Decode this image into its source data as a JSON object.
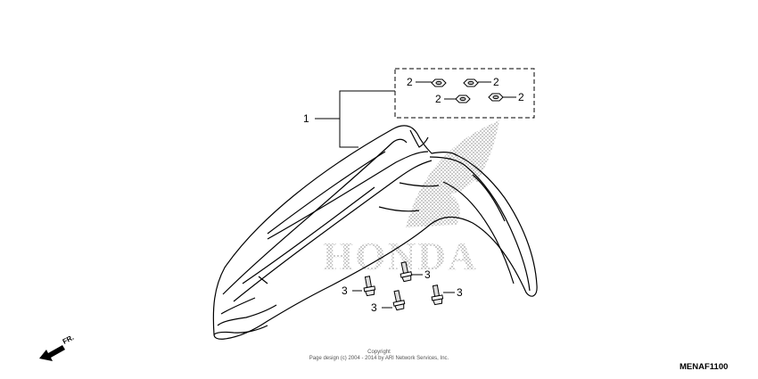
{
  "callouts": {
    "part_1": "1",
    "part_2_a": "2",
    "part_2_b": "2",
    "part_2_c": "2",
    "part_2_d": "2",
    "part_3_a": "3",
    "part_3_b": "3",
    "part_3_c": "3",
    "part_3_d": "3"
  },
  "direction": {
    "label": "FR."
  },
  "copyright": {
    "line1": "Copyright",
    "line2": "Page design (c) 2004 - 2014 by ARI Network Services, Inc."
  },
  "diagram_code": "MENAF1100",
  "watermark": {
    "text": "HONDA"
  },
  "colors": {
    "line": "#000000",
    "watermark": "#bdbdbd",
    "background": "#ffffff"
  }
}
